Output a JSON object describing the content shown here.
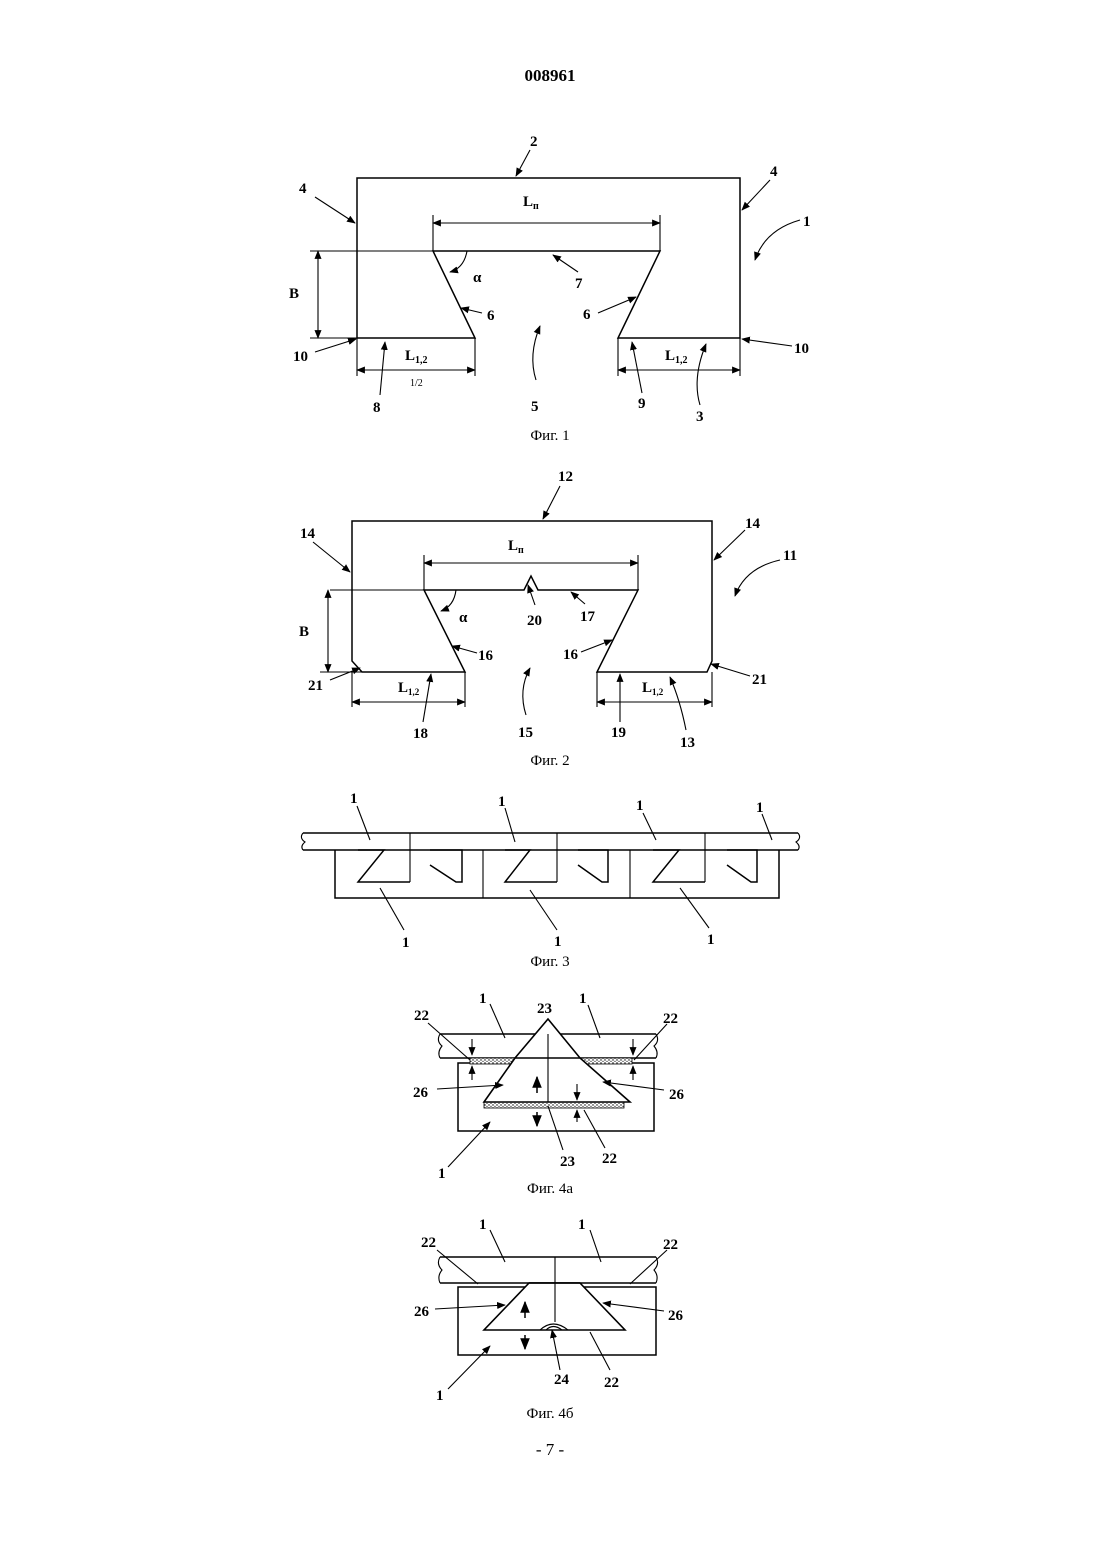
{
  "header": {
    "patent_number": "008961"
  },
  "footer": {
    "page": "- 7 -"
  },
  "figures": [
    {
      "caption": "Фиг. 1",
      "dimensions": {
        "top_width": "L",
        "top_width_sub": "п",
        "height": "B",
        "bottom_width": "L",
        "bottom_width_sub": "1,2",
        "angle": "α"
      },
      "callouts": [
        "1",
        "2",
        "3",
        "4",
        "4",
        "5",
        "6",
        "6",
        "7",
        "8",
        "9",
        "10",
        "10"
      ],
      "stray_mark": "1/2"
    },
    {
      "caption": "Фиг. 2",
      "dimensions": {
        "top_width": "L",
        "top_width_sub": "п",
        "height": "B",
        "bottom_width": "L",
        "bottom_width_sub": "1,2",
        "angle": "α"
      },
      "callouts": [
        "11",
        "12",
        "13",
        "14",
        "14",
        "15",
        "16",
        "16",
        "17",
        "18",
        "19",
        "20",
        "21",
        "21"
      ]
    },
    {
      "caption": "Фиг. 3",
      "callouts": [
        "1",
        "1",
        "1",
        "1",
        "1",
        "1",
        "1"
      ]
    },
    {
      "caption": "Фиг. 4а",
      "callouts": [
        "1",
        "1",
        "1",
        "22",
        "22",
        "22",
        "23",
        "23",
        "26",
        "26"
      ]
    },
    {
      "caption": "Фиг. 4б",
      "callouts": [
        "1",
        "1",
        "1",
        "22",
        "22",
        "22",
        "24",
        "26",
        "26"
      ]
    }
  ]
}
